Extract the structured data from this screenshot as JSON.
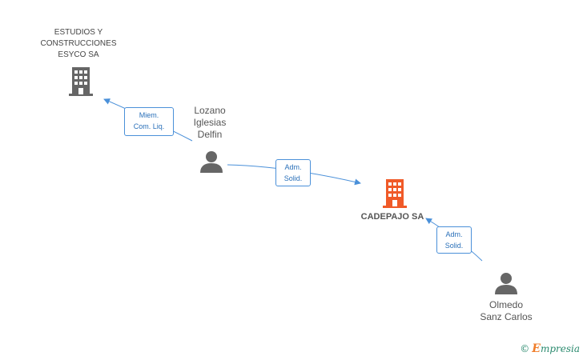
{
  "nodes": {
    "estudios": {
      "lines": [
        "ESTUDIOS Y",
        "CONSTRUCCIONES",
        "ESYCO SA"
      ],
      "icon": "building-icon",
      "color": "#666666"
    },
    "lozano": {
      "lines": [
        "Lozano",
        "Iglesias",
        "Delfin"
      ],
      "icon": "person-icon",
      "color": "#666666"
    },
    "cadepajo": {
      "label": "CADEPAJO SA",
      "icon": "building-icon",
      "color": "#f05a28"
    },
    "olmedo": {
      "lines": [
        "Olmedo",
        "Sanz Carlos"
      ],
      "icon": "person-icon",
      "color": "#666666"
    }
  },
  "edges": [
    {
      "label": [
        "Miem.",
        "Com. Liq."
      ]
    },
    {
      "label": [
        "Adm.",
        "Solid."
      ]
    },
    {
      "label": [
        "Adm.",
        "Solid."
      ]
    }
  ],
  "colors": {
    "edge": "#4a90d9"
  },
  "brand": {
    "copyright": "©",
    "e": "E",
    "rest": "mpresia"
  }
}
